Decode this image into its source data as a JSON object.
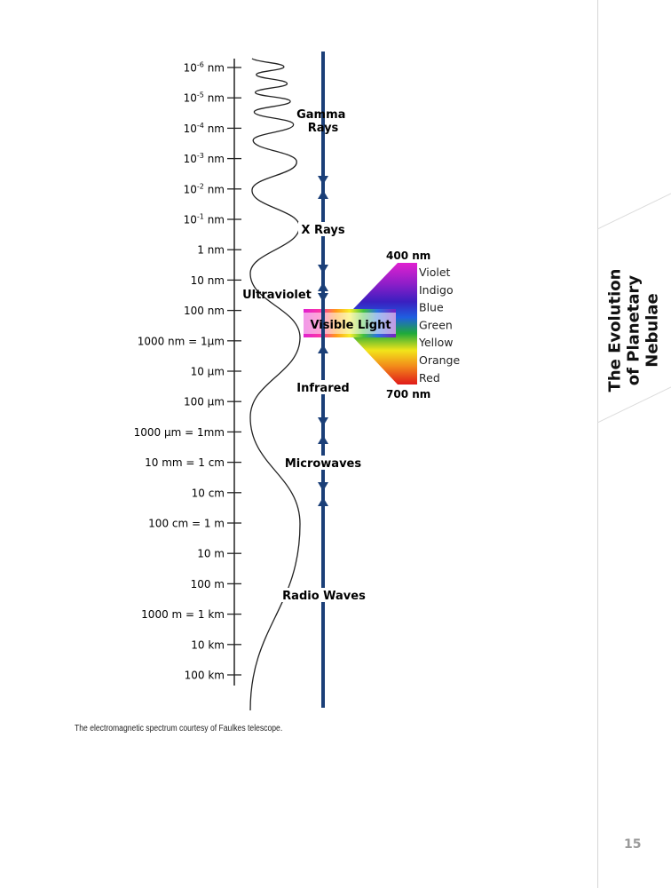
{
  "scale_labels": [
    {
      "pre": "10",
      "sup": "-6",
      "post": " nm"
    },
    {
      "pre": "10",
      "sup": "-5",
      "post": " nm"
    },
    {
      "pre": "10",
      "sup": "-4",
      "post": " nm"
    },
    {
      "pre": "10",
      "sup": "-3",
      "post": " nm"
    },
    {
      "pre": "10",
      "sup": "-2",
      "post": " nm"
    },
    {
      "pre": "10",
      "sup": "-1",
      "post": " nm"
    },
    {
      "pre": "1 nm",
      "sup": "",
      "post": ""
    },
    {
      "pre": "10 nm",
      "sup": "",
      "post": ""
    },
    {
      "pre": "100 nm",
      "sup": "",
      "post": ""
    },
    {
      "pre": "1000 nm = 1µm",
      "sup": "",
      "post": ""
    },
    {
      "pre": "10 µm",
      "sup": "",
      "post": ""
    },
    {
      "pre": "100 µm",
      "sup": "",
      "post": ""
    },
    {
      "pre": "1000 µm = 1mm",
      "sup": "",
      "post": ""
    },
    {
      "pre": "10 mm = 1 cm",
      "sup": "",
      "post": ""
    },
    {
      "pre": "10 cm",
      "sup": "",
      "post": ""
    },
    {
      "pre": "100 cm = 1 m",
      "sup": "",
      "post": ""
    },
    {
      "pre": "10 m",
      "sup": "",
      "post": ""
    },
    {
      "pre": "100 m",
      "sup": "",
      "post": ""
    },
    {
      "pre": "1000 m = 1 km",
      "sup": "",
      "post": ""
    },
    {
      "pre": "10 km",
      "sup": "",
      "post": ""
    },
    {
      "pre": "100 km",
      "sup": "",
      "post": ""
    }
  ],
  "bands": {
    "gamma": [
      "Gamma",
      "Rays"
    ],
    "xrays": "X Rays",
    "ultraviolet": "Ultraviolet",
    "visible": "Visible Light",
    "infrared": "Infrared",
    "microwaves": "Microwaves",
    "radio": "Radio Waves"
  },
  "visible_range": {
    "start": "400 nm",
    "end": "700 nm",
    "colors": [
      {
        "name": "Violet",
        "hex": "#a020c0"
      },
      {
        "name": "Indigo",
        "hex": "#4b0fb0"
      },
      {
        "name": "Blue",
        "hex": "#1f4fe0"
      },
      {
        "name": "Green",
        "hex": "#1fae3a"
      },
      {
        "name": "Yellow",
        "hex": "#f2e51a"
      },
      {
        "name": "Orange",
        "hex": "#f28a1a"
      },
      {
        "name": "Red",
        "hex": "#e01a1a"
      }
    ]
  },
  "colors": {
    "arrow_line": "#1b3f78",
    "wave": "#222222",
    "scale": "#222222",
    "magenta": "#e020d0"
  },
  "caption": "The electromagnetic spectrum courtesy of Faulkes telescope.",
  "sidebar": {
    "title_lines": [
      "The Evolution",
      "of Planetary",
      "Nebulae"
    ]
  },
  "page_number": "15"
}
